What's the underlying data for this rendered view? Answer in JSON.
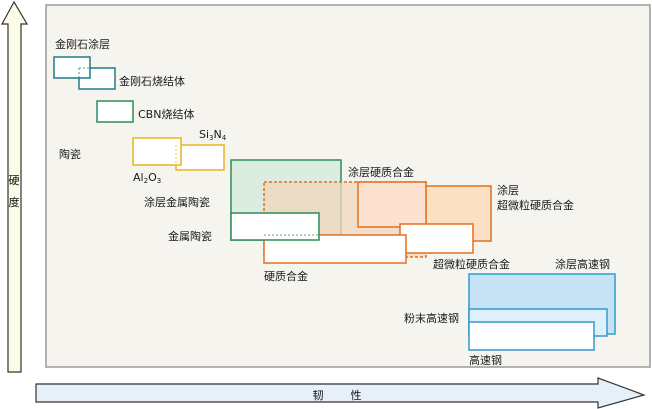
{
  "axes": {
    "y_chars": [
      "硬",
      "度"
    ],
    "x_chars": [
      "韧",
      "性"
    ]
  },
  "labels": {
    "diamond_coating": "金刚石涂层",
    "diamond_sintered": "金刚石烧结体",
    "cbn_sintered": "CBN烧结体",
    "si3n4": {
      "main": "Si",
      "sub1": "3",
      "mid": "N",
      "sub2": "4"
    },
    "ceramics": "陶瓷",
    "al2o3": {
      "main": "Al",
      "sub1": "2",
      "mid": "O",
      "sub2": "3"
    },
    "coated_cermet": "涂层金属陶瓷",
    "cermet": "金属陶瓷",
    "coated_carbide": "涂层硬质合金",
    "coated_ultrafine_line1": "涂层",
    "coated_ultrafine_line2": "超微粒硬质合金",
    "carbide": "硬质合金",
    "ultrafine_carbide": "超微粒硬质合金",
    "coated_hss": "涂层高速钢",
    "powder_hss": "粉末高速钢",
    "hss": "高速钢"
  },
  "colors": {
    "panel_bg": "#f6f4ee",
    "panel_border": "#9a9a9a",
    "arrow_fill": "#fbfbe6",
    "x_arrow_fill": "#e6f0fa",
    "teal": "#1f7b8c",
    "green": "#2e8b57",
    "yellow": "#e6b422",
    "orange": "#e07020",
    "blue": "#3399cc",
    "green_fill": "#dbece0",
    "orange_fill": "#f0d8bc",
    "salmon_fill": "#fde1d1",
    "light_orange_fill": "#fbe0c4",
    "blue_fill": "#c6e3f5",
    "blue_mid_fill": "#def0fb"
  }
}
